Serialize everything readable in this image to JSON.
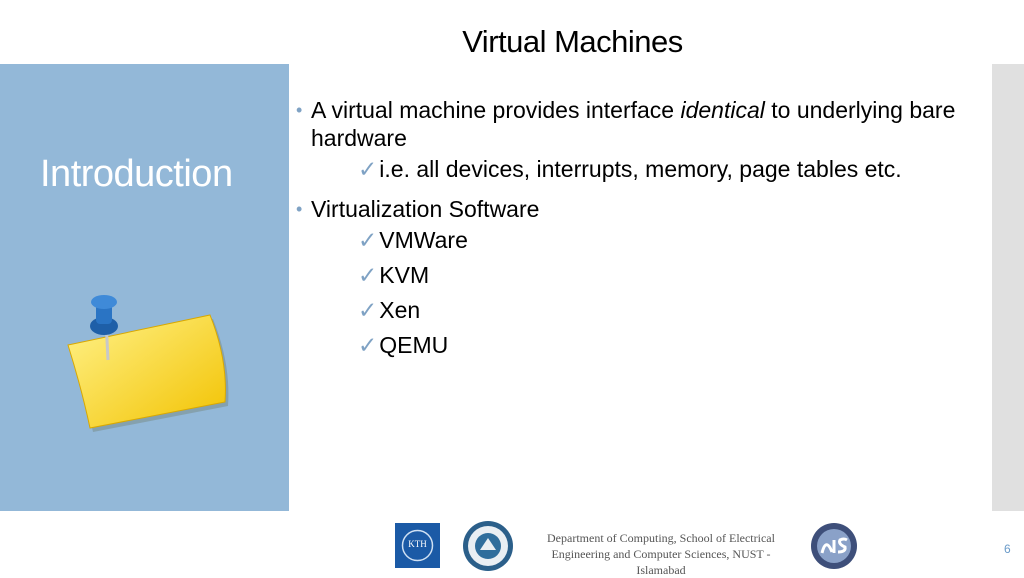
{
  "slide": {
    "title": "Virtual Machines",
    "section": "Introduction",
    "page_number": "6"
  },
  "bullets": [
    {
      "text_before": "A virtual machine provides interface ",
      "emphasis": "identical",
      "text_after": " to underlying bare hardware",
      "sub": [
        "i.e. all devices, interrupts, memory, page tables etc."
      ]
    },
    {
      "text": "Virtualization Software",
      "sub": [
        "VMWare",
        "KVM",
        "Xen",
        "QEMU"
      ]
    }
  ],
  "footer": {
    "line1": "Department of Computing, School of Electrical",
    "line2": "Engineering and Computer Sciences, NUST -",
    "line3": "Islamabad"
  },
  "logos": {
    "kth": "KTH"
  },
  "colors": {
    "panel": "#93b8d8",
    "bullet": "#7fa2c4",
    "page_number": "#6a9bc9"
  }
}
